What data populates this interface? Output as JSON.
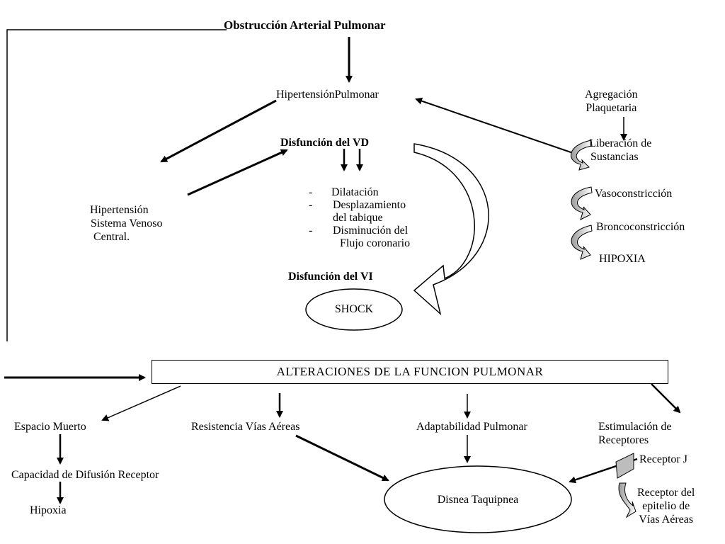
{
  "title": "Obstrucción Arterial Pulmonar",
  "hipertension_pulmonar": "HipertensiónPulmonar",
  "disfuncion_vd": "Disfunción del VD",
  "hipertension_venoso": [
    "Hipertensión",
    "Sistema Venoso",
    "Central."
  ],
  "vd_effects": [
    {
      "bullet": "-",
      "lines": [
        "Dilatación"
      ]
    },
    {
      "bullet": "-",
      "lines": [
        "Desplazamiento",
        "del tabique"
      ]
    },
    {
      "bullet": "-",
      "lines": [
        "Disminución del",
        "Flujo coronario"
      ]
    }
  ],
  "disfuncion_vi": "Disfunción del VI",
  "shock": "SHOCK",
  "agregacion": [
    "Agregación",
    "Plaquetaria"
  ],
  "liberacion": [
    "Liberación de",
    "Sustancias"
  ],
  "vasoconstriccion": "Vasoconstricción",
  "broncoconstriccion": "Broncoconstricción",
  "hipoxia_upper": "HIPOXIA",
  "alteraciones": "ALTERACIONES DE LA FUNCION PULMONAR",
  "espacio_muerto": "Espacio Muerto",
  "resistencia": "Resistencia Vías Aéreas",
  "adaptabilidad": "Adaptabilidad Pulmonar",
  "estimulacion": [
    "Estimulación de",
    "Receptores"
  ],
  "capacidad": "Capacidad de Difusión Receptor",
  "hipoxia_lower": "Hipoxia",
  "disnea": "Disnea Taquipnea",
  "receptor_j": "Receptor J",
  "receptor_epitelio": [
    "Receptor del",
    "epitelio de",
    "Vías Aéreas"
  ]
}
